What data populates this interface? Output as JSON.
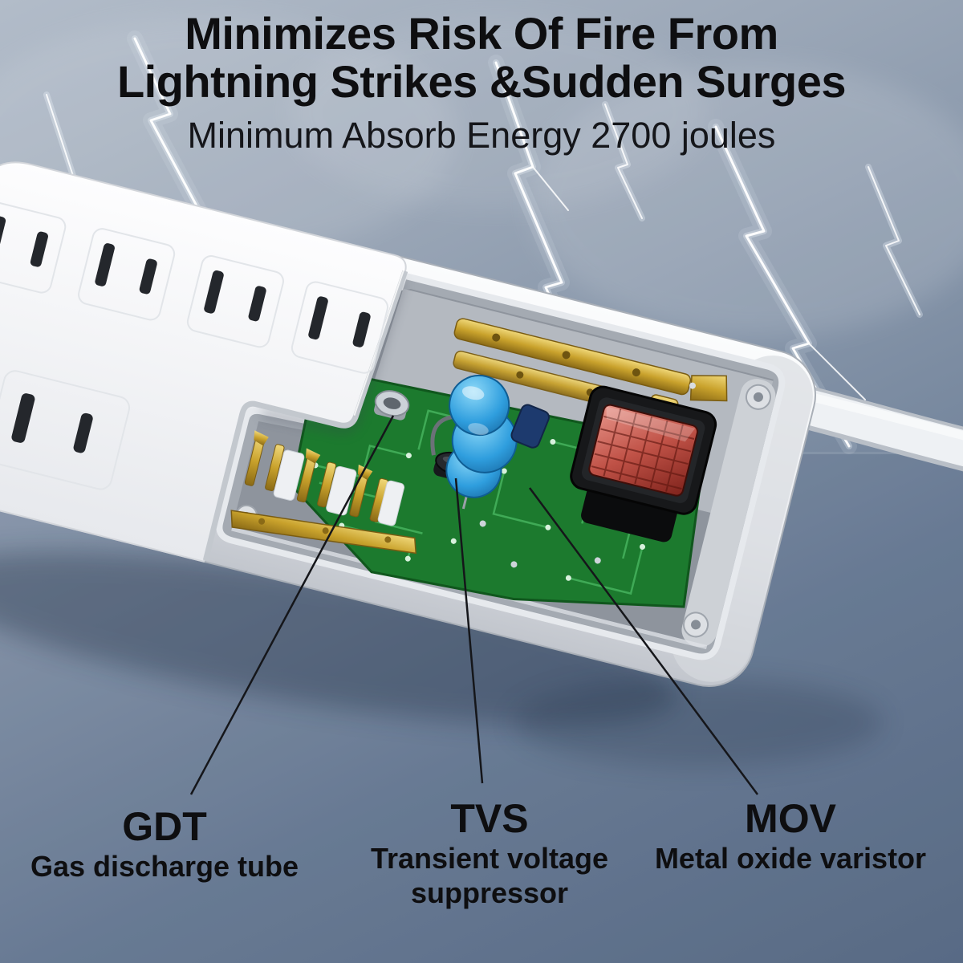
{
  "header": {
    "title_line1": "Minimizes Risk Of Fire From",
    "title_line2": "Lightning Strikes &Sudden Surges",
    "subtitle": "Minimum Absorb Energy 2700 joules"
  },
  "callouts": {
    "gdt": {
      "abbr": "GDT",
      "description": "Gas discharge tube"
    },
    "tvs": {
      "abbr": "TVS",
      "description_line1": "Transient voltage",
      "description_line2": "suppressor"
    },
    "mov": {
      "abbr": "MOV",
      "description": "Metal oxide varistor"
    }
  },
  "illustration": {
    "subject": "Opened surge protector power strip showing internal protection components under a lightning sky",
    "components": [
      "gas-discharge-tube",
      "tvs-transient-voltage-suppressor",
      "mov-metal-oxide-varistor-discs",
      "circuit-board",
      "brass-contacts",
      "power-switch",
      "outlets",
      "power-cable"
    ],
    "colors": {
      "sky_top": "#b2bcc9",
      "sky_bottom": "#5d6f88",
      "text": "#0e0e10",
      "strip_body": "#f5f6f8",
      "pcb_green": "#1c7a2e",
      "mov_blue": "#2f9ede",
      "switch_red": "#c05247",
      "brass": "#c9a22c",
      "lightning": "#ffffff"
    }
  }
}
